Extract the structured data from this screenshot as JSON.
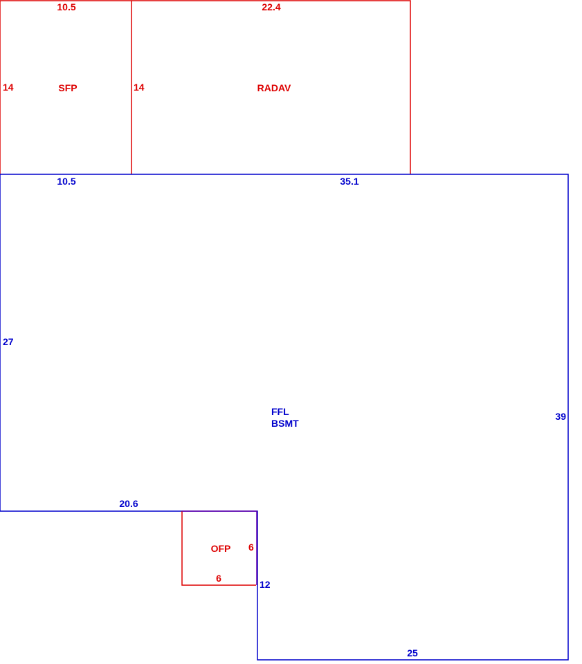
{
  "colors": {
    "red": "#dd0000",
    "blue": "#0000cc",
    "purple": "#6600aa",
    "background": "#ffffff"
  },
  "areas": {
    "sfp": {
      "name": "SFP",
      "top": "10.5",
      "left": "14",
      "bottom": "10.5"
    },
    "radav": {
      "name": "RADAV",
      "top": "22.4",
      "left": "14"
    },
    "main": {
      "name_line1": "FFL",
      "name_line2": "BSMT",
      "top": "35.1",
      "left": "27",
      "right": "39",
      "notch_top": "20.6",
      "notch_side": "12",
      "bottom": "25"
    },
    "ofp": {
      "name": "OFP",
      "right": "6",
      "bottom": "6"
    }
  }
}
